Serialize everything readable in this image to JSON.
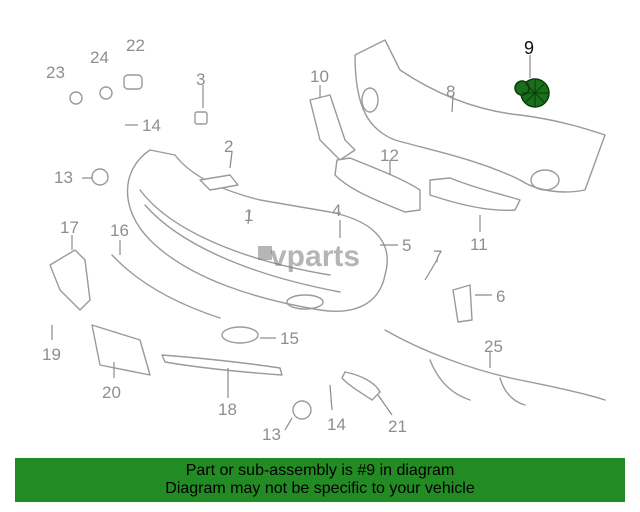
{
  "watermark": "vparts",
  "highlighted_part": "9",
  "callouts": [
    "1",
    "2",
    "3",
    "4",
    "5",
    "6",
    "7",
    "8",
    "9",
    "10",
    "11",
    "12",
    "13",
    "14",
    "15",
    "16",
    "17",
    "18",
    "19",
    "20",
    "21",
    "22",
    "23",
    "24",
    "25",
    "13",
    "14"
  ],
  "banner": {
    "line1": "Part or sub-assembly is #9 in diagram",
    "line2": "Diagram may not be specific to your vehicle"
  },
  "colors": {
    "banner": "#238b23",
    "highlight": "#1a6f1a",
    "lines": "#9a9a9a"
  }
}
